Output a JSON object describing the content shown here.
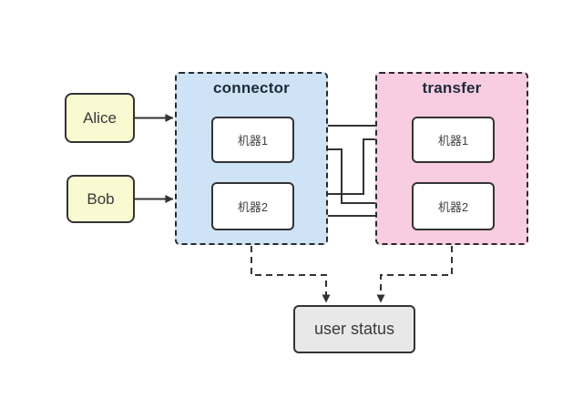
{
  "diagram": {
    "nodes": {
      "alice": {
        "label": "Alice",
        "type": "actor"
      },
      "bob": {
        "label": "Bob",
        "type": "actor"
      },
      "connector": {
        "title": "connector",
        "type": "container",
        "machines": [
          {
            "label": "机器1"
          },
          {
            "label": "机器2"
          }
        ]
      },
      "transfer": {
        "title": "transfer",
        "type": "container",
        "machines": [
          {
            "label": "机器1"
          },
          {
            "label": "机器2"
          }
        ]
      },
      "user_status": {
        "label": "user status",
        "type": "status"
      }
    },
    "edges": [
      {
        "from": "Alice",
        "to": "connector",
        "style": "solid-arrow"
      },
      {
        "from": "Bob",
        "to": "connector",
        "style": "solid-arrow"
      },
      {
        "from": "connector.机器1",
        "to": "transfer.机器1",
        "style": "solid-arrow"
      },
      {
        "from": "connector.机器1",
        "to": "transfer.机器2",
        "style": "solid-arrow"
      },
      {
        "from": "connector.机器2",
        "to": "transfer.机器1",
        "style": "solid-arrow"
      },
      {
        "from": "connector.机器2",
        "to": "transfer.机器2",
        "style": "solid-arrow"
      },
      {
        "from": "connector",
        "to": "user status",
        "style": "dashed-arrow"
      },
      {
        "from": "transfer",
        "to": "user status",
        "style": "dashed-arrow"
      }
    ],
    "colors": {
      "connector_fill": "#CFE3F6",
      "transfer_fill": "#F9CDE1",
      "actor_fill": "#FAFAD2",
      "machine_fill": "#FFFFFF",
      "status_fill": "#E8E8E8",
      "line": "#333333",
      "title_text": "#1C2B39"
    }
  }
}
